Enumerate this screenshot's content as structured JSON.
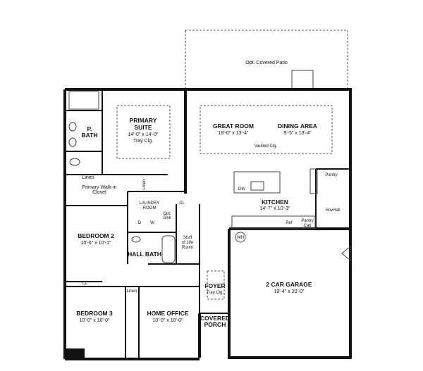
{
  "patio": "Opt. Covered Patio",
  "rooms": {
    "primary_suite": {
      "name1": "PRIMARY",
      "name2": "SUITE",
      "dims": "14'-0\" x 14'-0\"",
      "note": "Tray Clg."
    },
    "p_bath": {
      "name1": "P.",
      "name2": "BATH"
    },
    "great_room": {
      "name": "GREAT ROOM",
      "dims": "18'-0\" x 13'-4\""
    },
    "dining": {
      "name": "DINING AREA",
      "dims": "9'-5\" x 13'-4\""
    },
    "vaulted": "Vaulted Clg.",
    "kitchen": {
      "name": "KITCHEN",
      "dims": "14'-7\" x 10'-3\""
    },
    "laundry": {
      "name1": "LAUNDRY",
      "name2": "ROOM"
    },
    "bedroom2": {
      "name": "BEDROOM 2",
      "dims": "10'-6\" x 10'-1\""
    },
    "bedroom3": {
      "name": "BEDROOM 3",
      "dims": "10'-0\" x 10'-0\""
    },
    "office": {
      "name": "HOME OFFICE",
      "dims": "10'-0\" x 10'-0\""
    },
    "hall_bath": "HALL BATH",
    "stuff": {
      "l1": "Stuff",
      "l2": "of Life",
      "l3": "Room"
    },
    "foyer": {
      "name": "FOYER",
      "note": "Tray Clg."
    },
    "porch": {
      "name1": "COVERED",
      "name2": "PORCH"
    },
    "garage": {
      "name": "2 CAR GARAGE",
      "dims": "19'-4\" x 20'-0\""
    },
    "walkin": {
      "l1": "Primary Walk-in",
      "l2": "Closet"
    }
  },
  "fixtures": {
    "linen": "Linen",
    "cl": "CL",
    "d": "D",
    "w": "W",
    "opt_sink1": "Opt.",
    "opt_sink2": "Sink",
    "dw": "DW",
    "ref": "Ref",
    "pantry": "Pantry",
    "pantry_cab1": "Pantry",
    "pantry_cab2": "Cab",
    "hovhall": "HovHall",
    "wh": "WH"
  }
}
